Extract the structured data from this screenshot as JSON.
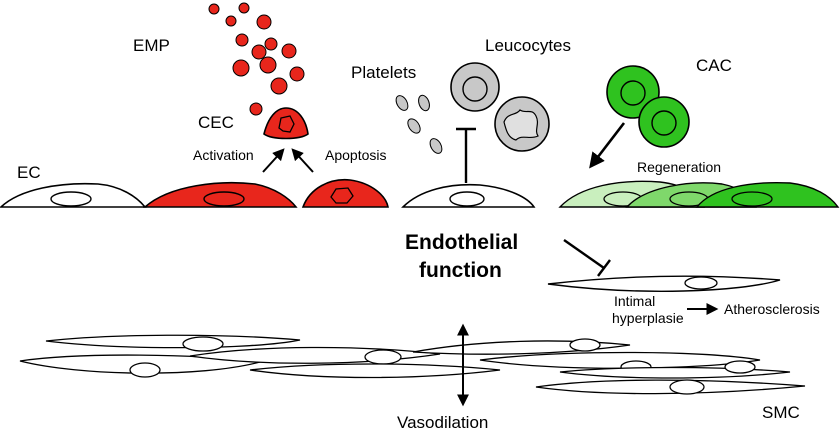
{
  "labels": {
    "emp": "EMP",
    "cec": "CEC",
    "activation": "Activation",
    "apoptosis": "Apoptosis",
    "ec": "EC",
    "platelets": "Platelets",
    "leucocytes": "Leucocytes",
    "cac": "CAC",
    "regeneration": "Regeneration",
    "endothelial_line1": "Endothelial",
    "endothelial_line2": "function",
    "intimal_line1": "Intimal",
    "intimal_line2": "hyperplasie",
    "atherosclerosis": "Atherosclerosis",
    "vasodilation": "Vasodilation",
    "smc": "SMC"
  },
  "colors": {
    "red": "#e8261c",
    "green_dark": "#2fc21f",
    "green_mid": "#7fd86b",
    "green_light": "#c9efbe",
    "grey": "#c8c8c8",
    "grey_dark": "#a8a8a8"
  }
}
